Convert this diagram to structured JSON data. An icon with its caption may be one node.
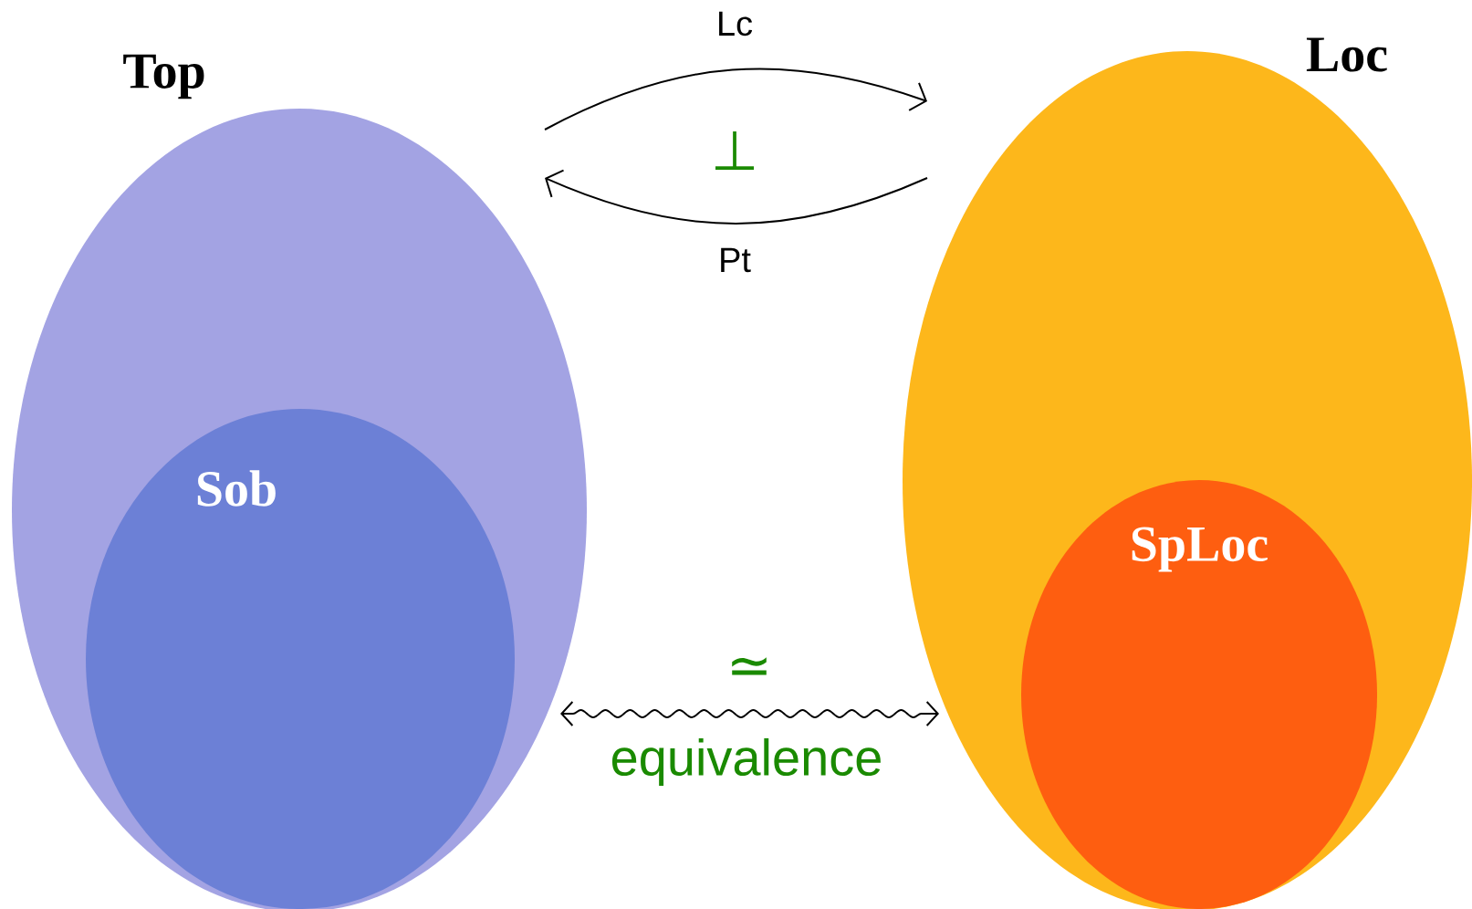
{
  "diagram": {
    "nodes": [
      {
        "text": [
          "Top"
        ]
      },
      {
        "text": [
          "Sob"
        ],
        "in": 0
      },
      {
        "text": [
          "Loc"
        ]
      },
      {
        "text": [
          "SpLoc"
        ],
        "in": 2
      }
    ],
    "edges": [
      {
        "from": 0,
        "to": 2,
        "arrow": "to",
        "label": "Lc"
      },
      {
        "from": 2,
        "to": 0,
        "arrow": "to",
        "label": "Pt"
      },
      {
        "from": 0,
        "to": 2,
        "arrow": "both",
        "label": "equivalence"
      }
    ],
    "labels": [
      "⊥",
      "≃"
    ]
  }
}
